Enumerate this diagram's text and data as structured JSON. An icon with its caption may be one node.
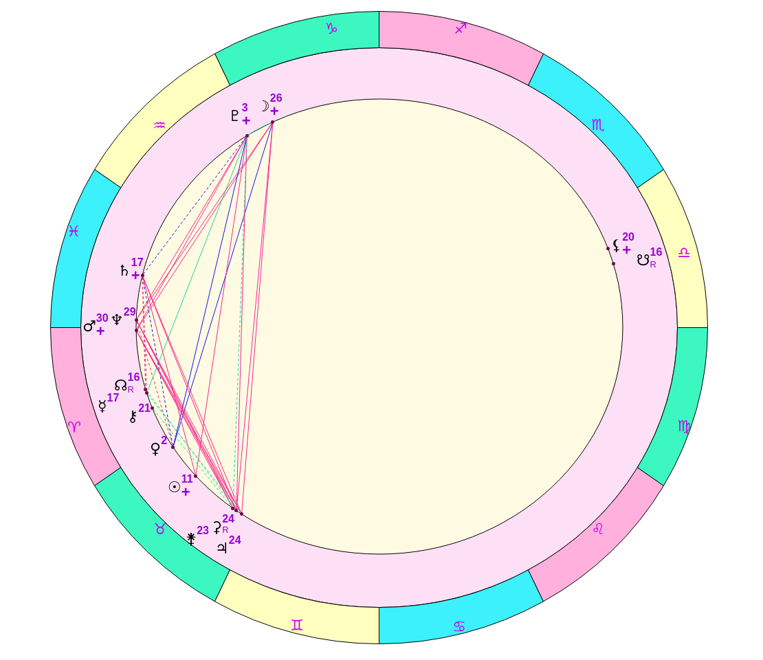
{
  "diagram": {
    "nodes": [
      {
        "text": [],
        "shape": "circle",
        "beside": [
          "♇",
          "3",
          "+"
        ]
      },
      {
        "text": [],
        "shape": "circle",
        "beside": [
          "☽",
          "26",
          "+"
        ]
      },
      {
        "text": [],
        "shape": "circle",
        "beside": [
          "⚸",
          "20",
          "+"
        ]
      },
      {
        "text": [],
        "shape": "circle",
        "beside": [
          "☋",
          "16",
          "R"
        ]
      },
      {
        "text": [],
        "shape": "circle",
        "beside": [
          "♄",
          "17",
          "+"
        ]
      },
      {
        "text": [],
        "shape": "circle",
        "beside": [
          "♂",
          "30",
          "+"
        ]
      },
      {
        "text": [],
        "shape": "circle",
        "beside": [
          "♆",
          "29"
        ]
      },
      {
        "text": [],
        "shape": "circle",
        "beside": [
          "☊",
          "16",
          "R"
        ]
      },
      {
        "text": [],
        "shape": "circle",
        "beside": [
          "☿",
          "17"
        ]
      },
      {
        "text": [],
        "shape": "circle",
        "beside": [
          "⚷",
          "21"
        ]
      },
      {
        "text": [],
        "shape": "circle",
        "beside": [
          "♀",
          "2"
        ]
      },
      {
        "text": [],
        "shape": "circle",
        "beside": [
          "☉",
          "11",
          "+"
        ]
      },
      {
        "text": [],
        "shape": "circle",
        "beside": [
          "⚳",
          "24",
          "R"
        ]
      },
      {
        "text": [],
        "shape": "circle",
        "beside": [
          "⚵",
          "23"
        ]
      },
      {
        "text": [],
        "shape": "circle",
        "beside": [
          "♃",
          "24"
        ]
      }
    ],
    "edges": [
      {
        "from": 0,
        "to": 1,
        "arrow": "none",
        "color": "#1ed2a0"
      },
      {
        "from": 0,
        "to": 4,
        "arrow": "none",
        "style": "dashed",
        "color": "#1414f0"
      },
      {
        "from": 0,
        "to": 5,
        "arrow": "none"
      },
      {
        "from": 0,
        "to": 6,
        "arrow": "none"
      },
      {
        "from": 1,
        "to": 5,
        "arrow": "none"
      },
      {
        "from": 1,
        "to": 6,
        "arrow": "none"
      },
      {
        "from": 0,
        "to": 8,
        "arrow": "none",
        "color": "#1ed2a0"
      },
      {
        "from": 0,
        "to": 10,
        "arrow": "none",
        "color": "#1414f0"
      },
      {
        "from": 1,
        "to": 10,
        "arrow": "none",
        "color": "#1414f0"
      },
      {
        "from": 0,
        "to": 11,
        "arrow": "none"
      },
      {
        "from": 0,
        "to": 12,
        "arrow": "none"
      },
      {
        "from": 0,
        "to": 13,
        "arrow": "none",
        "style": "dashed",
        "color": "#1ed2a0"
      },
      {
        "from": 1,
        "to": 12,
        "arrow": "none"
      },
      {
        "from": 1,
        "to": 14,
        "arrow": "none"
      },
      {
        "from": 4,
        "to": 7,
        "arrow": "none",
        "style": "dashed"
      },
      {
        "from": 4,
        "to": 8,
        "arrow": "none",
        "style": "dashed"
      },
      {
        "from": 4,
        "to": 10,
        "arrow": "none",
        "style": "dashed",
        "color": "#1414f0"
      },
      {
        "from": 4,
        "to": 11,
        "arrow": "none"
      },
      {
        "from": 4,
        "to": 12,
        "arrow": "none"
      },
      {
        "from": 4,
        "to": 14,
        "arrow": "none"
      },
      {
        "from": 5,
        "to": 12,
        "arrow": "none"
      },
      {
        "from": 5,
        "to": 13,
        "arrow": "none"
      },
      {
        "from": 5,
        "to": 14,
        "arrow": "none"
      },
      {
        "from": 6,
        "to": 12,
        "arrow": "none"
      },
      {
        "from": 6,
        "to": 13,
        "arrow": "none"
      },
      {
        "from": 6,
        "to": 14,
        "arrow": "none"
      },
      {
        "from": 6,
        "to": 10,
        "arrow": "none",
        "style": "dashed"
      },
      {
        "from": 7,
        "to": 12,
        "arrow": "none",
        "style": "dashed",
        "color": "#1ed2a0"
      },
      {
        "from": 8,
        "to": 14,
        "arrow": "none",
        "style": "dashed",
        "color": "#1ed2a0"
      },
      {
        "from": 9,
        "to": 13,
        "arrow": "none",
        "style": "dashed",
        "color": "#1ed2a0"
      }
    ],
    "labels": [
      "♑",
      "♐",
      "♒",
      "♏",
      "♓",
      "♎",
      "♈",
      "♍",
      "♉",
      "♌",
      "♊",
      "♋"
    ]
  }
}
